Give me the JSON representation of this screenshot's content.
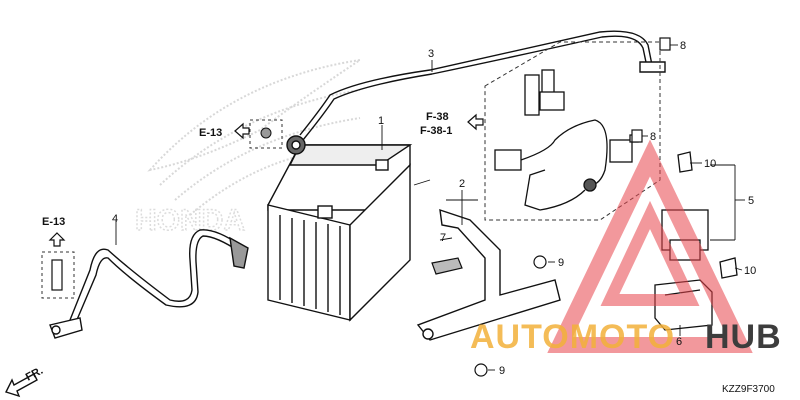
{
  "callouts": {
    "c1": "1",
    "c2": "2",
    "c3": "3",
    "c4": "4",
    "c5": "5",
    "c6": "6",
    "c7": "7",
    "c8a": "8",
    "c8b": "8",
    "c9a": "9",
    "c9b": "9",
    "c10a": "10",
    "c10b": "10"
  },
  "refs": {
    "e13_top": "E-13",
    "e13_left": "E-13",
    "f38": "F-38",
    "f381": "F-38-1",
    "fr": "FR."
  },
  "watermark": {
    "part1": "AUTOMOTO",
    "part2": "HUB",
    "color1": "#f3b13a",
    "color2": "#3d3d3d",
    "triangle_color": "#e8434b"
  },
  "diagram_code": "KZZ9F3700"
}
